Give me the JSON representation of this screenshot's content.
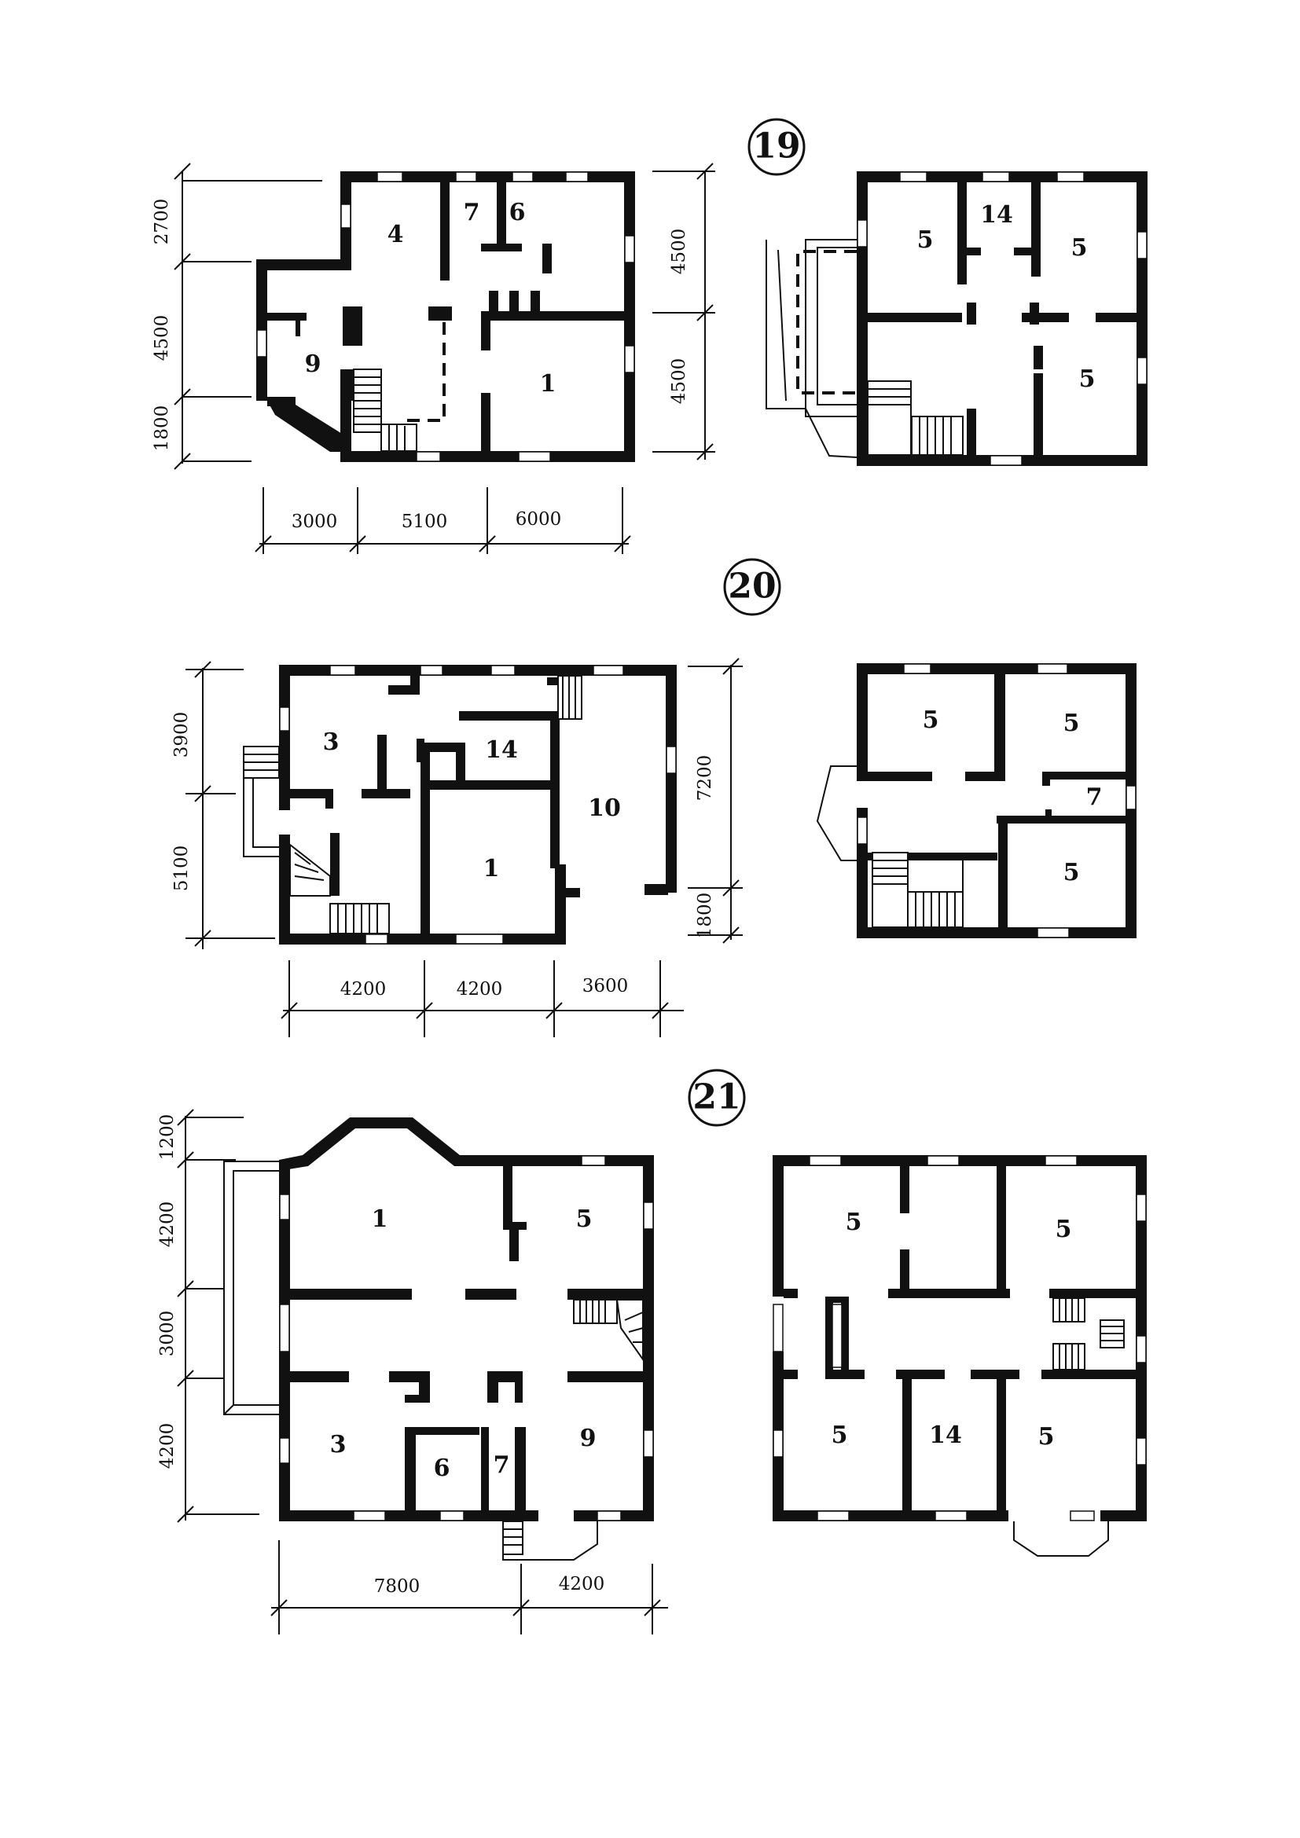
{
  "plans": [
    {
      "number": "19",
      "rooms": [
        {
          "label": "4"
        },
        {
          "label": "7"
        },
        {
          "label": "6"
        },
        {
          "label": "9"
        },
        {
          "label": "1"
        },
        {
          "label": "5"
        },
        {
          "label": "14"
        },
        {
          "label": "5"
        },
        {
          "label": "5"
        }
      ],
      "dims_left": [
        "2700",
        "4500",
        "1800"
      ],
      "dims_right": [
        "4500",
        "4500"
      ],
      "dims_bottom": [
        "3000",
        "5100",
        "6000"
      ]
    },
    {
      "number": "20",
      "rooms": [
        {
          "label": "3"
        },
        {
          "label": "14"
        },
        {
          "label": "10"
        },
        {
          "label": "1"
        },
        {
          "label": "5"
        },
        {
          "label": "5"
        },
        {
          "label": "7"
        },
        {
          "label": "5"
        }
      ],
      "dims_left": [
        "3900",
        "5100"
      ],
      "dims_right": [
        "7200",
        "1800"
      ],
      "dims_bottom": [
        "4200",
        "4200",
        "3600"
      ]
    },
    {
      "number": "21",
      "rooms": [
        {
          "label": "1"
        },
        {
          "label": "5"
        },
        {
          "label": "3"
        },
        {
          "label": "6"
        },
        {
          "label": "7"
        },
        {
          "label": "9"
        },
        {
          "label": "5"
        },
        {
          "label": "5"
        },
        {
          "label": "5"
        },
        {
          "label": "14"
        },
        {
          "label": "5"
        }
      ],
      "dims_left": [
        "1200",
        "4200",
        "3000",
        "4200"
      ],
      "dims_bottom": [
        "7800",
        "4200"
      ]
    }
  ]
}
